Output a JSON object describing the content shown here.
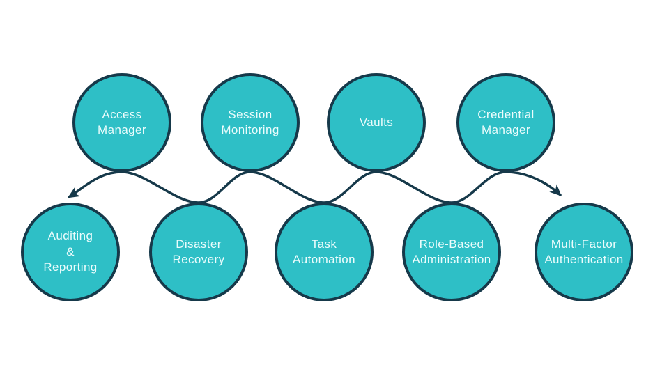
{
  "diagram": {
    "background_color": "#ffffff",
    "node_fill_color": "#2ebfc6",
    "node_border_color": "#16394a",
    "node_text_color": "#ebfcfc",
    "connector": {
      "style": "wavy-line",
      "color": "#16394a",
      "arrowheads": "both-ends"
    },
    "nodes": [
      {
        "id": "access-manager",
        "label": "Access\nManager"
      },
      {
        "id": "session-monitoring",
        "label": "Session\nMonitoring"
      },
      {
        "id": "vaults",
        "label": "Vaults"
      },
      {
        "id": "credential-manager",
        "label": "Credential\nManager"
      },
      {
        "id": "auditing-reporting",
        "label": "Auditing\n&\nReporting"
      },
      {
        "id": "disaster-recovery",
        "label": "Disaster\nRecovery"
      },
      {
        "id": "task-automation",
        "label": "Task\nAutomation"
      },
      {
        "id": "role-based-administration",
        "label": "Role-Based\nAdministration"
      },
      {
        "id": "multi-factor-authentication",
        "label": "Multi-Factor\nAuthentication"
      }
    ]
  }
}
